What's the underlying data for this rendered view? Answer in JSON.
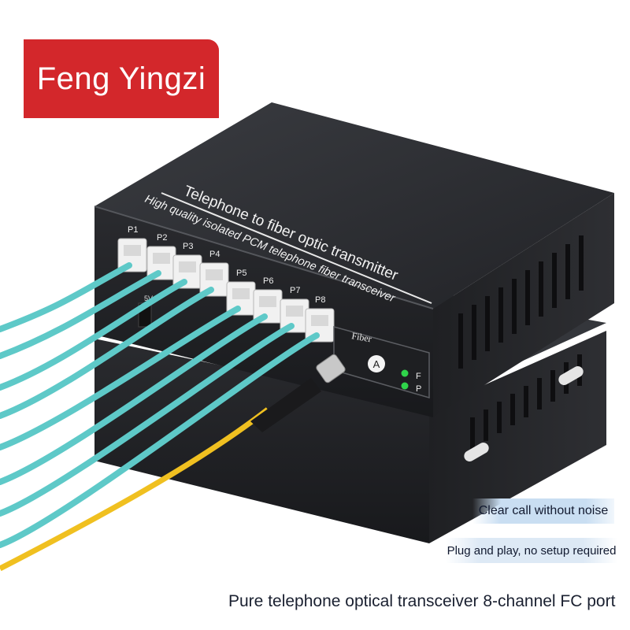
{
  "brand": {
    "name": "Feng Yingzi",
    "color": "#d3272b"
  },
  "device": {
    "title": "Telephone to fiber optic transmitter",
    "subtitle": "High quality isolated PCM telephone fiber transceiver",
    "ports": [
      "P1",
      "P2",
      "P3",
      "P4",
      "P5",
      "P6",
      "P7",
      "P8"
    ],
    "fiber_label": "Fiber",
    "channel_badge": "A",
    "power_label": "5V",
    "indicators": [
      {
        "label": "F",
        "color": "#2fd44a"
      },
      {
        "label": "P",
        "color": "#2fd44a"
      }
    ],
    "body_color": "#2b2d31",
    "cable_color": "#5ec9c8",
    "fiber_cable_color": "#f0c020"
  },
  "tags": {
    "noise": "Clear call without noise",
    "plug": "Plug and play, no setup required"
  },
  "caption": "Pure telephone optical transceiver 8-channel FC port"
}
